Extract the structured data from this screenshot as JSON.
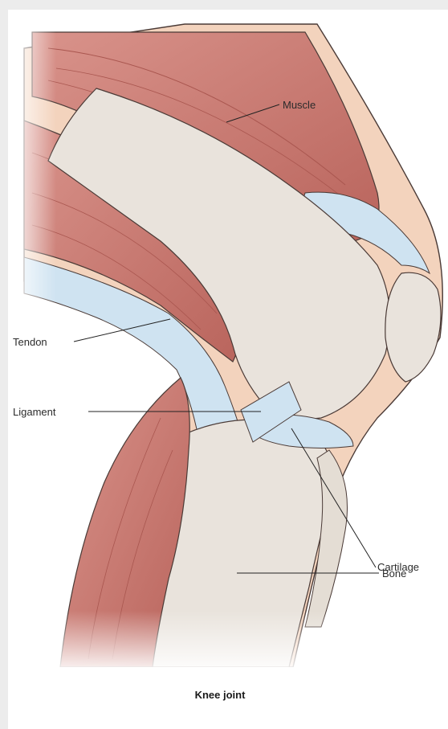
{
  "labels": {
    "muscle": "Muscle",
    "tendon": "Tendon",
    "ligament": "Ligament",
    "cartilage": "Cartilage",
    "bone": "Bone"
  },
  "caption": "Knee joint",
  "colors": {
    "muscle": "#c97f78",
    "muscle_dark": "#a9564f",
    "tendon": "#cfe3f1",
    "bone": "#e9e3dc",
    "skin": "#f3d3bd",
    "outline": "#4a3a36"
  }
}
